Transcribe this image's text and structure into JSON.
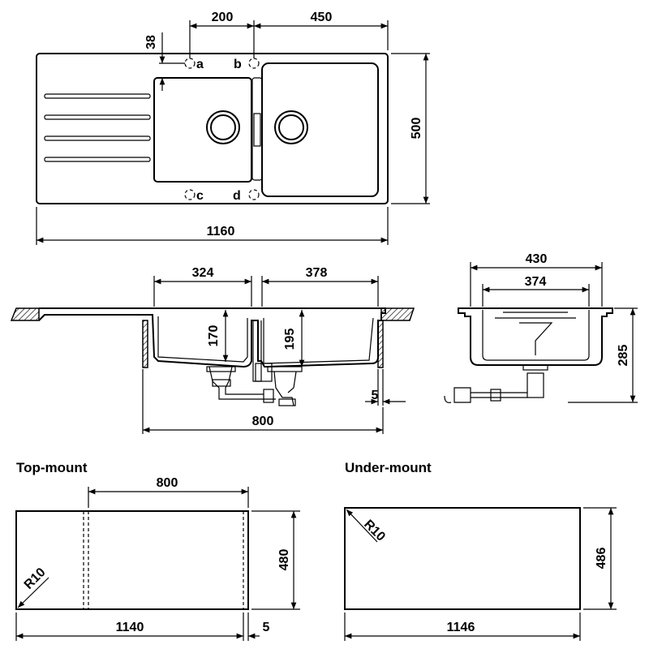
{
  "top_view": {
    "dim_200": "200",
    "dim_450": "450",
    "dim_38": "38",
    "dim_500": "500",
    "dim_1160": "1160",
    "hole_a": "a",
    "hole_b": "b",
    "hole_c": "c",
    "hole_d": "d"
  },
  "section_view": {
    "dim_324": "324",
    "dim_378": "378",
    "dim_170": "170",
    "dim_195": "195",
    "dim_5": "5",
    "dim_800": "800"
  },
  "side_view": {
    "dim_430": "430",
    "dim_374": "374",
    "dim_285": "285"
  },
  "top_mount": {
    "title": "Top-mount",
    "dim_800": "800",
    "dim_480": "480",
    "dim_1140": "1140",
    "dim_5": "5",
    "radius": "R10"
  },
  "under_mount": {
    "title": "Under-mount",
    "dim_486": "486",
    "dim_1146": "1146",
    "radius": "R10"
  }
}
